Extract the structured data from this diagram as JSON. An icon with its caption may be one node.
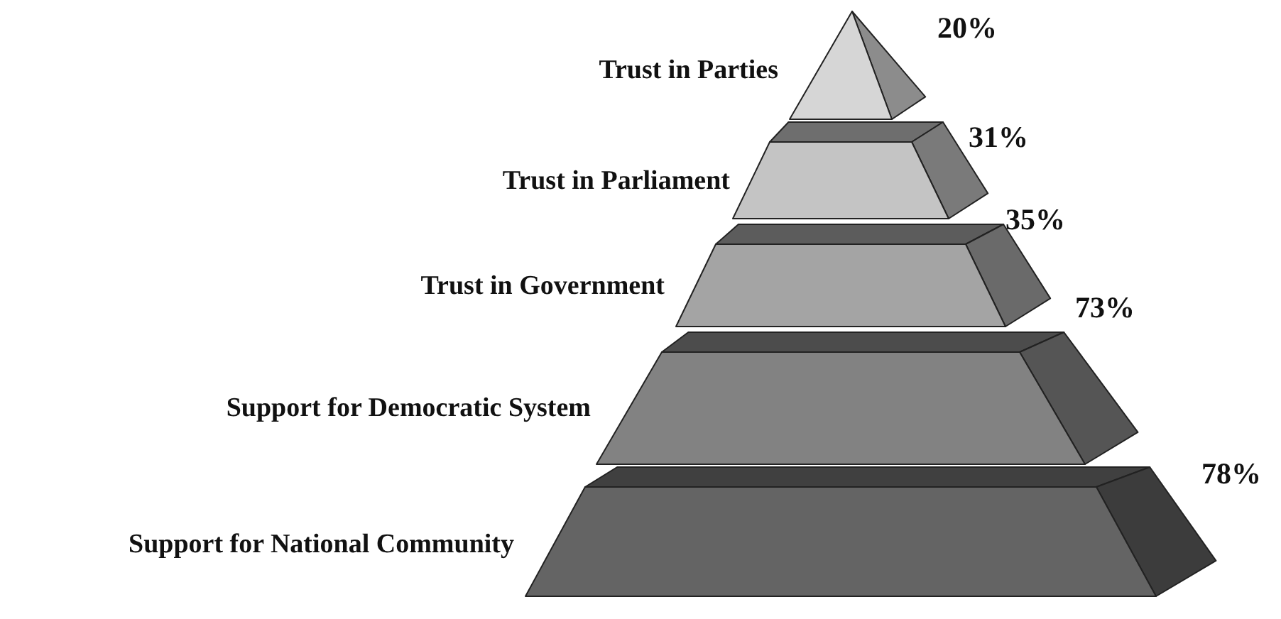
{
  "diagram": {
    "nodes": [
      {
        "text": [
          "Trust in Parties"
        ],
        "beside": [
          "20%"
        ]
      },
      {
        "text": [
          "Trust in Parliament"
        ],
        "beside": [
          "31%"
        ]
      },
      {
        "text": [
          "Trust in Government"
        ],
        "beside": [
          "35%"
        ]
      },
      {
        "text": [
          "Support for Democratic System"
        ],
        "beside": [
          "73%"
        ]
      },
      {
        "text": [
          "Support for National Community"
        ],
        "beside": [
          "78%"
        ]
      }
    ],
    "edges": []
  }
}
